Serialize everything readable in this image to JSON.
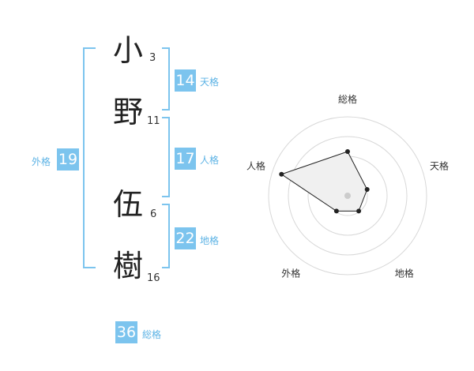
{
  "name": {
    "chars": [
      {
        "kanji": "小",
        "strokes": "3"
      },
      {
        "kanji": "野",
        "strokes": "11"
      },
      {
        "kanji": "伍",
        "strokes": "6"
      },
      {
        "kanji": "樹",
        "strokes": "16"
      }
    ]
  },
  "fortunes": {
    "tenkaku": {
      "value": "14",
      "label": "天格"
    },
    "jinkaku": {
      "value": "17",
      "label": "人格"
    },
    "chikaku": {
      "value": "22",
      "label": "地格"
    },
    "gaikaku": {
      "value": "19",
      "label": "外格"
    },
    "soukaku": {
      "value": "36",
      "label": "総格"
    }
  },
  "colors": {
    "accent": "#7cc4ee",
    "accent_text": "#5db3e5",
    "polygon_fill": "#f0f0f0"
  },
  "chart_data": {
    "type": "radar",
    "axes": [
      "総格",
      "天格",
      "地格",
      "外格",
      "人格"
    ],
    "values": [
      0.56,
      0.26,
      0.24,
      0.24,
      0.88
    ],
    "rings": 4
  }
}
